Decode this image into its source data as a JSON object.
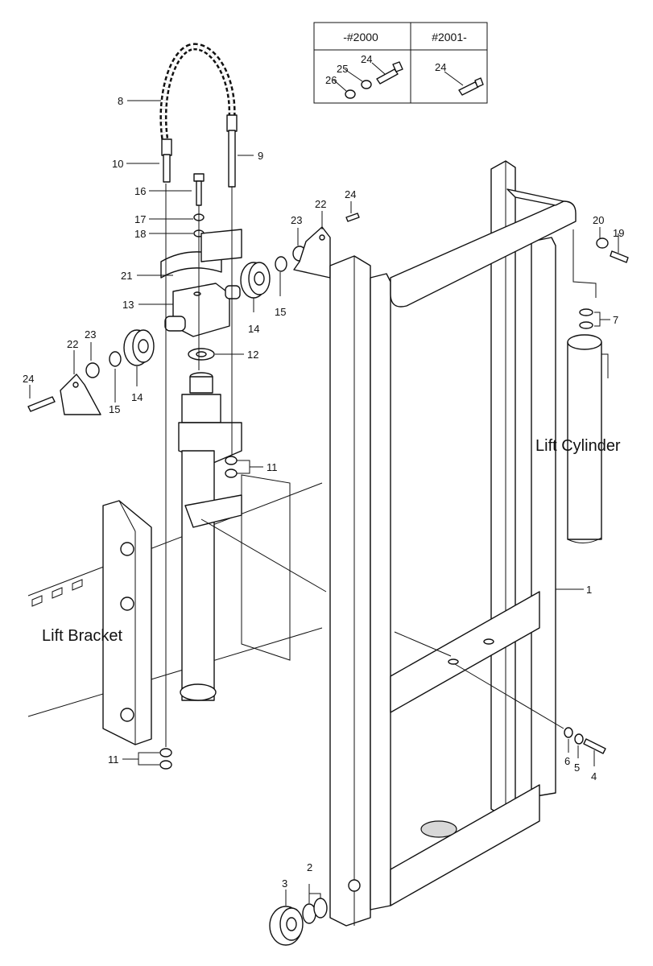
{
  "variant_table": {
    "columns": [
      "-#2000",
      "#2001-"
    ],
    "col1_callouts": [
      "26",
      "25",
      "24"
    ],
    "col2_callouts": [
      "24"
    ]
  },
  "section_labels": {
    "lift_cylinder": "Lift Cylinder",
    "lift_bracket": "Lift Bracket"
  },
  "callouts": [
    "8",
    "10",
    "9",
    "16",
    "17",
    "18",
    "21",
    "13",
    "14",
    "12",
    "15",
    "23",
    "22",
    "24",
    "15",
    "14",
    "22",
    "23",
    "24",
    "20",
    "19",
    "7",
    "11",
    "1",
    "11",
    "6",
    "5",
    "4",
    "3",
    "2"
  ]
}
